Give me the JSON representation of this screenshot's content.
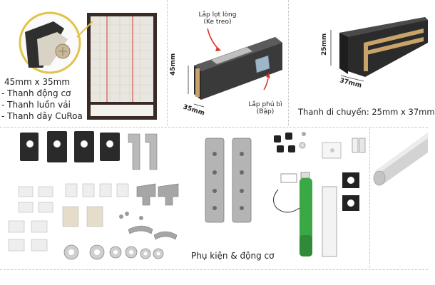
{
  "panel1": {
    "size_label": "45mm x 35mm",
    "bullets": [
      "- Thanh động cơ",
      "- Thanh luồn vải",
      "- Thanh dây CuRoa"
    ]
  },
  "panel2": {
    "top_label_line1": "Lắp lọt lòng",
    "top_label_line2": "(Ke treo)",
    "bottom_label_line1": "Lắp phủ bì",
    "bottom_label_line2": "(Bập)",
    "dim_height": "45mm",
    "dim_width": "35mm"
  },
  "panel3": {
    "dim_height": "25mm",
    "dim_width": "37mm",
    "caption": "Thanh di chuyển: 25mm x 37mm"
  },
  "panel4": {
    "caption": "Phụ kiện & động cơ"
  },
  "colors": {
    "profile_dark": "#2b2b2b",
    "profile_gold": "#c8a36a",
    "arrow_red": "#d9332b",
    "motor_green": "#39a845",
    "steel": "#a9a9a9"
  }
}
